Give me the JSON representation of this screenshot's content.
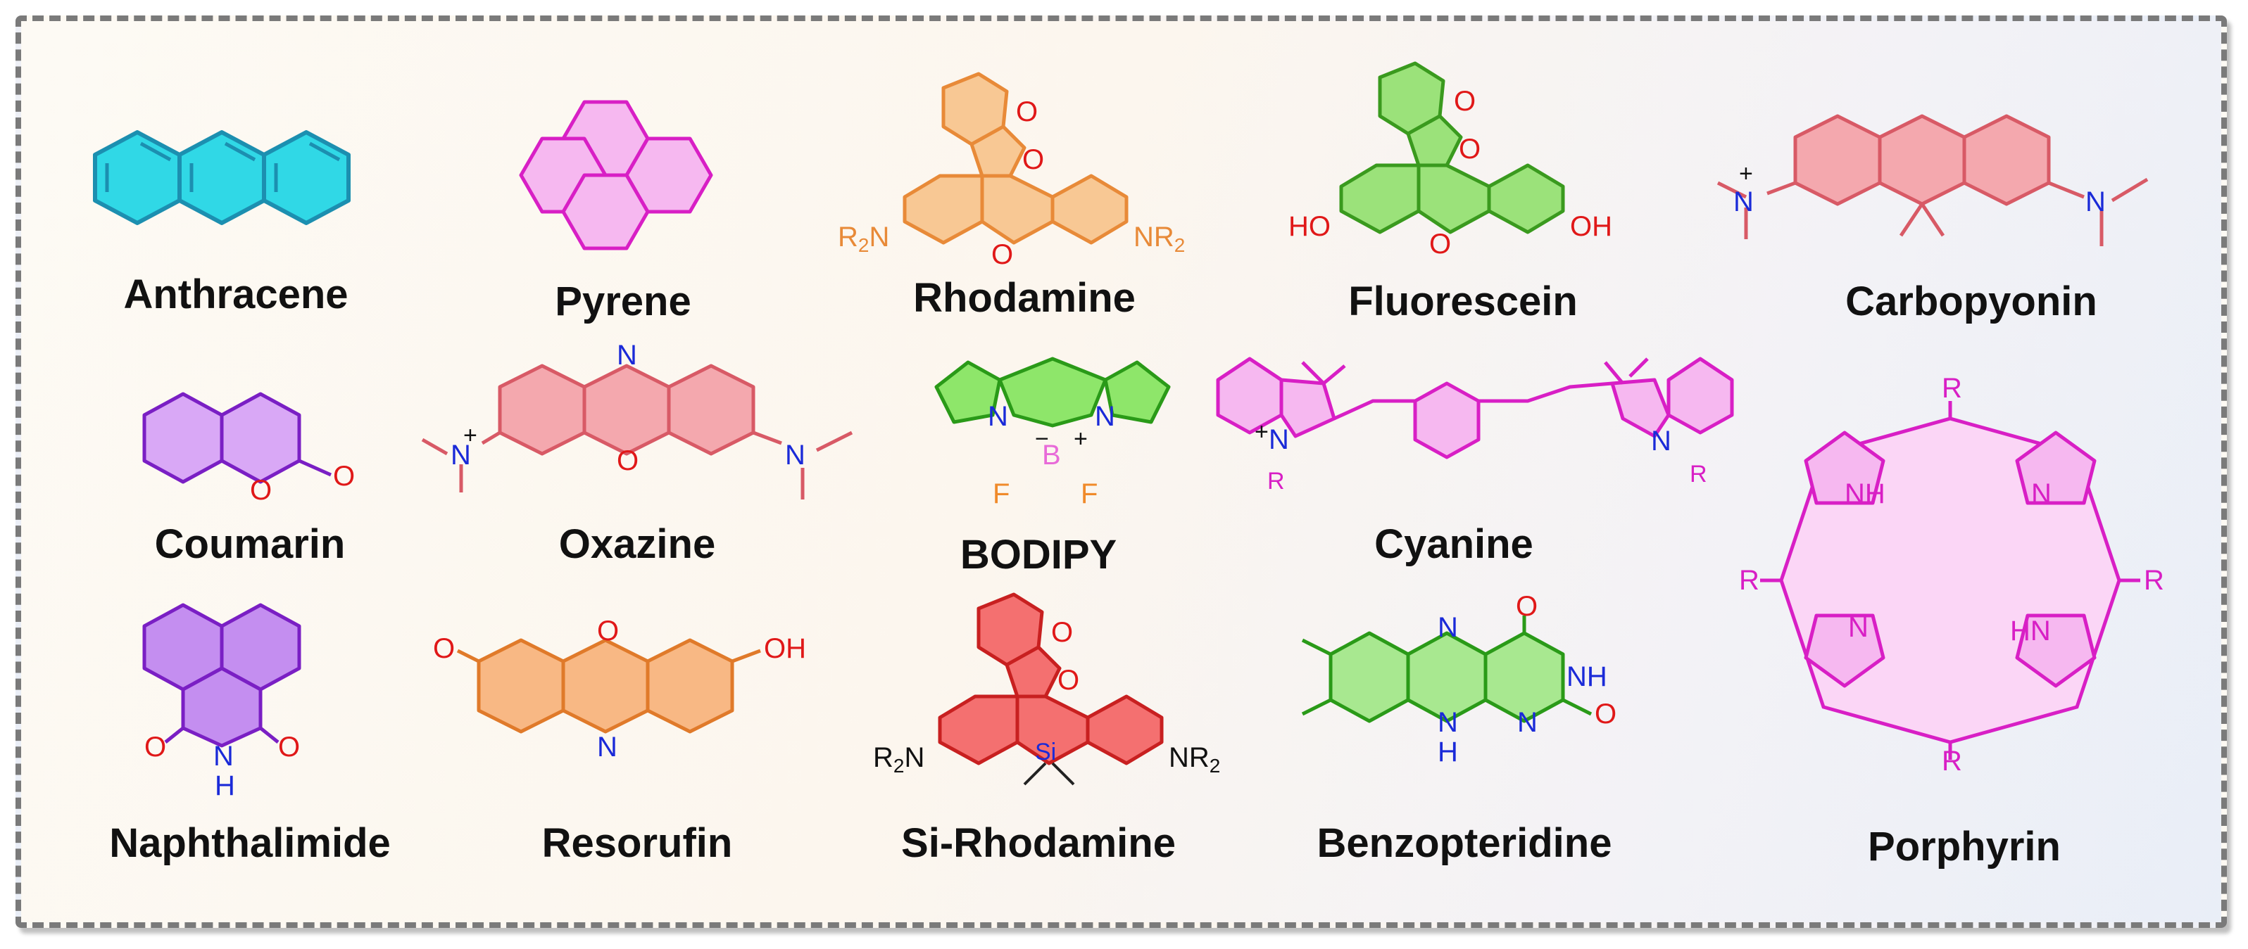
{
  "colors": {
    "anthracene": "#30d8e6",
    "pyrene": "#ee44dd",
    "rhodamine": "#f4a45c",
    "fluorescein": "#5fcc3c",
    "carbopyonin": "#ef8891",
    "coumarin": "#a03ae8",
    "oxazine": "#ef8891",
    "bodipy": "#3fcc2e",
    "cyanine": "#f03ce8",
    "porphyrin": "#f03ce8",
    "naphthalimide": "#9a32e6",
    "resorufin": "#f39c5c",
    "si_rhodamine": "#f05050",
    "benzopteridine": "#55c83a",
    "oxygen": "#e01818",
    "nitrogen": "#1a2ad8"
  },
  "molecules": [
    {
      "id": "anthracene",
      "label": "Anthracene"
    },
    {
      "id": "pyrene",
      "label": "Pyrene"
    },
    {
      "id": "rhodamine",
      "label": "Rhodamine",
      "atoms": [
        "O",
        "O",
        "O",
        "R2N",
        "NR2"
      ]
    },
    {
      "id": "fluorescein",
      "label": "Fluorescein",
      "atoms": [
        "O",
        "O",
        "O",
        "HO",
        "OH"
      ]
    },
    {
      "id": "carbopyonin",
      "label": "Carbopyonin",
      "atoms": [
        "N",
        "+",
        "N"
      ]
    },
    {
      "id": "coumarin",
      "label": "Coumarin",
      "atoms": [
        "O",
        "O"
      ]
    },
    {
      "id": "oxazine",
      "label": "Oxazine",
      "atoms": [
        "N",
        "O",
        "N",
        "+",
        "N"
      ]
    },
    {
      "id": "bodipy",
      "label": "BODIPY",
      "atoms": [
        "N",
        "N",
        "B",
        "F",
        "F",
        "+",
        "−"
      ]
    },
    {
      "id": "cyanine",
      "label": "Cyanine",
      "atoms": [
        "N",
        "+",
        "R",
        "N",
        "R"
      ]
    },
    {
      "id": "naphthalimide",
      "label": "Naphthalimide",
      "atoms": [
        "O",
        "O",
        "N",
        "H"
      ]
    },
    {
      "id": "resorufin",
      "label": "Resorufin",
      "atoms": [
        "O",
        "O",
        "N",
        "OH"
      ]
    },
    {
      "id": "si_rhodamine",
      "label": "Si-Rhodamine",
      "atoms": [
        "O",
        "O",
        "Si",
        "R2N",
        "NR2"
      ]
    },
    {
      "id": "benzopteridine",
      "label": "Benzopteridine",
      "atoms": [
        "N",
        "N",
        "N",
        "H",
        "O",
        "O",
        "NH"
      ]
    },
    {
      "id": "porphyrin",
      "label": "Porphyrin",
      "atoms": [
        "NH",
        "N",
        "N",
        "HN",
        "R",
        "R",
        "R",
        "R"
      ]
    }
  ]
}
